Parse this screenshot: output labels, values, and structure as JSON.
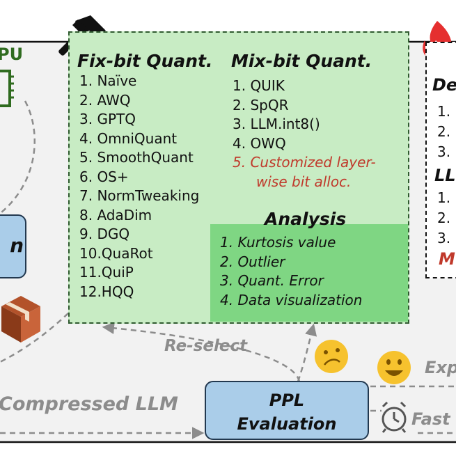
{
  "fix_bit": {
    "title": "Fix-bit Quant.",
    "items": [
      "1. Naïve",
      "2. AWQ",
      "3. GPTQ",
      "4. OmniQuant",
      "5. SmoothQuant",
      "6. OS+",
      "7. NormTweaking",
      "8. AdaDim",
      "9. DGQ",
      "10.QuaRot",
      "11.QuiP",
      "12.HQQ"
    ]
  },
  "mix_bit": {
    "title": "Mix-bit Quant.",
    "items": [
      "1. QUIK",
      "2. SpQR",
      "3. LLM.int8()",
      "4. OWQ"
    ],
    "highlight_line1": "5. Customized layer-",
    "highlight_line2": "wise bit alloc."
  },
  "analysis": {
    "title": "Analysis",
    "items": [
      "1. Kurtosis value",
      "2. Outlier",
      "3. Quant. Error",
      "4. Data visualization"
    ]
  },
  "right_panel": {
    "heading1": "De",
    "items1": [
      "1.",
      "2.",
      "3."
    ],
    "heading2": "LL",
    "items2": [
      "1.",
      "2.",
      "3."
    ],
    "red_text": "M"
  },
  "left_panel": {
    "gpu_label": "PU",
    "box_text": "n"
  },
  "evaluation": {
    "line1": "PPL",
    "line2": "Evaluation"
  },
  "labels": {
    "reselect": "Re-select",
    "compressed_llm": "Compressed LLM",
    "expected": "Exp",
    "fast": "Fast"
  },
  "colors": {
    "quant_box_bg": "#c8ecc4",
    "analysis_bg": "#7fd683",
    "eval_box_bg": "#aacde9",
    "highlight_red": "#c0392b",
    "frame_bg": "#f2f2f2"
  },
  "icons": [
    "hammer-icon",
    "fire-icon",
    "gpu-chip-icon",
    "package-box-icon",
    "sad-face-icon",
    "happy-face-icon",
    "alarm-clock-icon"
  ]
}
